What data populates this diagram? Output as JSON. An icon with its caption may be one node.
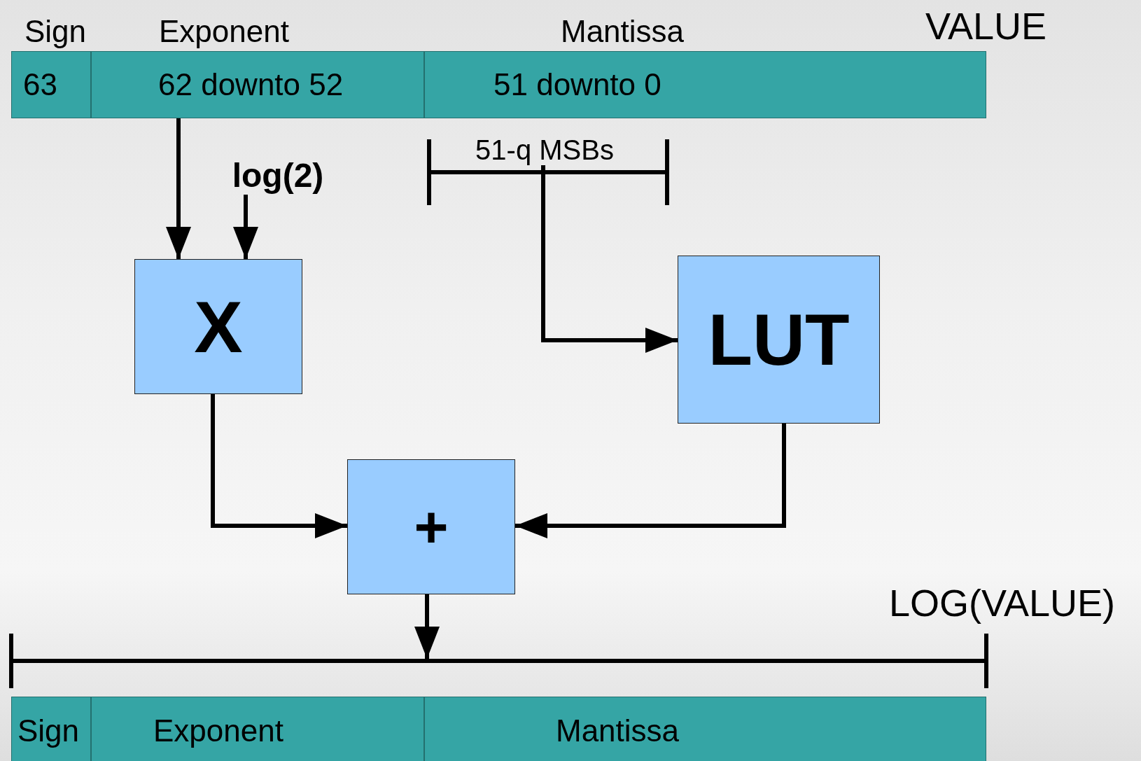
{
  "diagram": {
    "nodes": [
      {
        "text": [
          "Sign",
          "63"
        ]
      },
      {
        "text": [
          "Exponent",
          "62 downto 52"
        ]
      },
      {
        "text": [
          "Mantissa",
          "51 downto 0"
        ]
      },
      {
        "text": [
          "log(2)"
        ]
      },
      {
        "text": [
          "51-q MSBs"
        ]
      },
      {
        "text": [
          "X"
        ]
      },
      {
        "text": [
          "LUT"
        ]
      },
      {
        "text": [
          "+"
        ]
      },
      {
        "text": [],
        "shape": "bar"
      },
      {
        "text": [
          "Sign"
        ]
      },
      {
        "text": [
          "Exponent"
        ]
      },
      {
        "text": [
          "Mantissa"
        ]
      }
    ],
    "edges": [
      {
        "from": 1,
        "to": 5,
        "arrow": "to"
      },
      {
        "from": 3,
        "to": 5,
        "arrow": "to"
      },
      {
        "from": 4,
        "to": 6,
        "arrow": "to"
      },
      {
        "from": 5,
        "to": 7,
        "arrow": "to"
      },
      {
        "from": 6,
        "to": 7,
        "arrow": "to"
      },
      {
        "from": 7,
        "to": 8,
        "arrow": "to"
      }
    ],
    "labels": [
      "VALUE",
      "LOG(VALUE)"
    ]
  }
}
